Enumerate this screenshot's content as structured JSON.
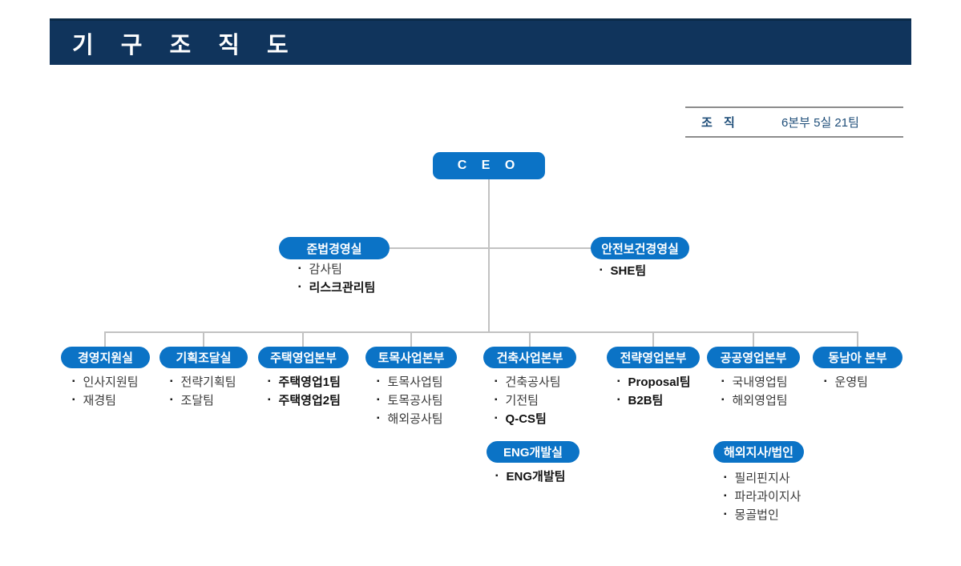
{
  "page": {
    "title": "기 구 조 직 도"
  },
  "info_table": {
    "label": "조 직",
    "value": "6본부 5실 21팀"
  },
  "ceo": {
    "label": "C E O"
  },
  "staff_units": [
    {
      "label": "준법경영실",
      "teams": [
        {
          "label": "감사팀",
          "bold": false
        },
        {
          "label": "리스크관리팀",
          "bold": true
        }
      ]
    },
    {
      "label": "안전보건경영실",
      "teams": [
        {
          "label": "SHE팀",
          "bold": true
        }
      ]
    }
  ],
  "divisions": [
    {
      "label": "경영지원실",
      "teams": [
        {
          "label": "인사지원팀",
          "bold": false
        },
        {
          "label": "재경팀",
          "bold": false
        }
      ]
    },
    {
      "label": "기획조달실",
      "teams": [
        {
          "label": "전략기획팀",
          "bold": false
        },
        {
          "label": "조달팀",
          "bold": false
        }
      ]
    },
    {
      "label": "주택영업본부",
      "teams": [
        {
          "label": "주택영업1팀",
          "bold": true
        },
        {
          "label": "주택영업2팀",
          "bold": true
        }
      ]
    },
    {
      "label": "토목사업본부",
      "teams": [
        {
          "label": "토목사업팀",
          "bold": false
        },
        {
          "label": "토목공사팀",
          "bold": false
        },
        {
          "label": "해외공사팀",
          "bold": false
        }
      ]
    },
    {
      "label": "건축사업본부",
      "teams": [
        {
          "label": "건축공사팀",
          "bold": false
        },
        {
          "label": "기전팀",
          "bold": false
        },
        {
          "label": "Q-CS팀",
          "bold": true
        }
      ]
    },
    {
      "label": "전략영업본부",
      "teams": [
        {
          "label": "Proposal팀",
          "bold": true
        },
        {
          "label": "B2B팀",
          "bold": true
        }
      ]
    },
    {
      "label": "공공영업본부",
      "teams": [
        {
          "label": "국내영업팀",
          "bold": false
        },
        {
          "label": "해외영업팀",
          "bold": false
        }
      ]
    },
    {
      "label": "동남아 본부",
      "teams": [
        {
          "label": "운영팀",
          "bold": false
        }
      ]
    }
  ],
  "sub_units": [
    {
      "label": "ENG개발실",
      "parent": "건축사업본부",
      "teams": [
        {
          "label": "ENG개발팀",
          "bold": true
        }
      ]
    },
    {
      "label": "해외지사/법인",
      "parent": "공공영업본부",
      "teams": [
        {
          "label": "필리핀지사",
          "bold": false
        },
        {
          "label": "파라과이지사",
          "bold": false
        },
        {
          "label": "몽골법인",
          "bold": false
        }
      ]
    }
  ],
  "colors": {
    "accent_blue": "#0B73C6",
    "banner_navy": "#10345C",
    "connector_gray": "#C2C2C2",
    "table_text_navy": "#1F4E79"
  }
}
